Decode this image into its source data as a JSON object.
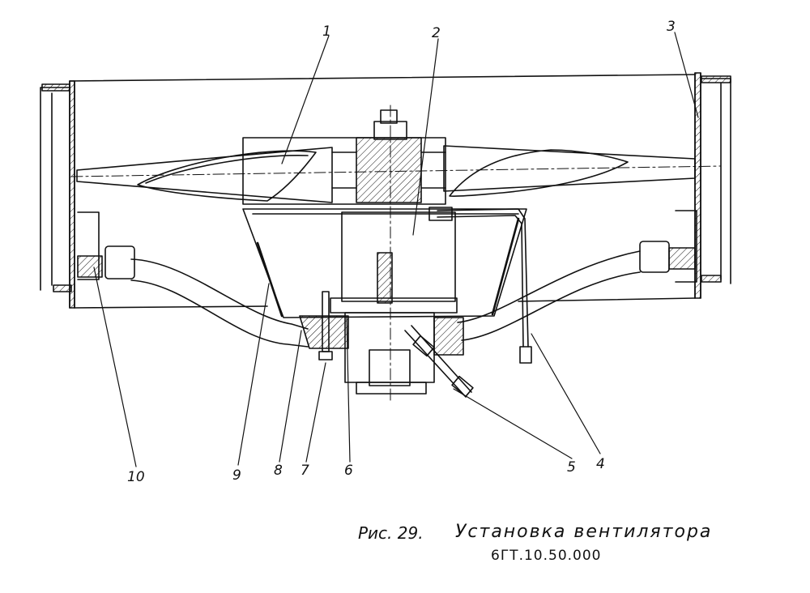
{
  "labels": [
    {
      "num": "1"
    },
    {
      "num": "2"
    },
    {
      "num": "3"
    },
    {
      "num": "4"
    },
    {
      "num": "5"
    },
    {
      "num": "6"
    },
    {
      "num": "7"
    },
    {
      "num": "8"
    },
    {
      "num": "9"
    },
    {
      "num": "10"
    }
  ],
  "caption": {
    "figure": "Рис. 29.",
    "title": "Установка вентилятора",
    "code": "6ГТ.10.50.000"
  }
}
